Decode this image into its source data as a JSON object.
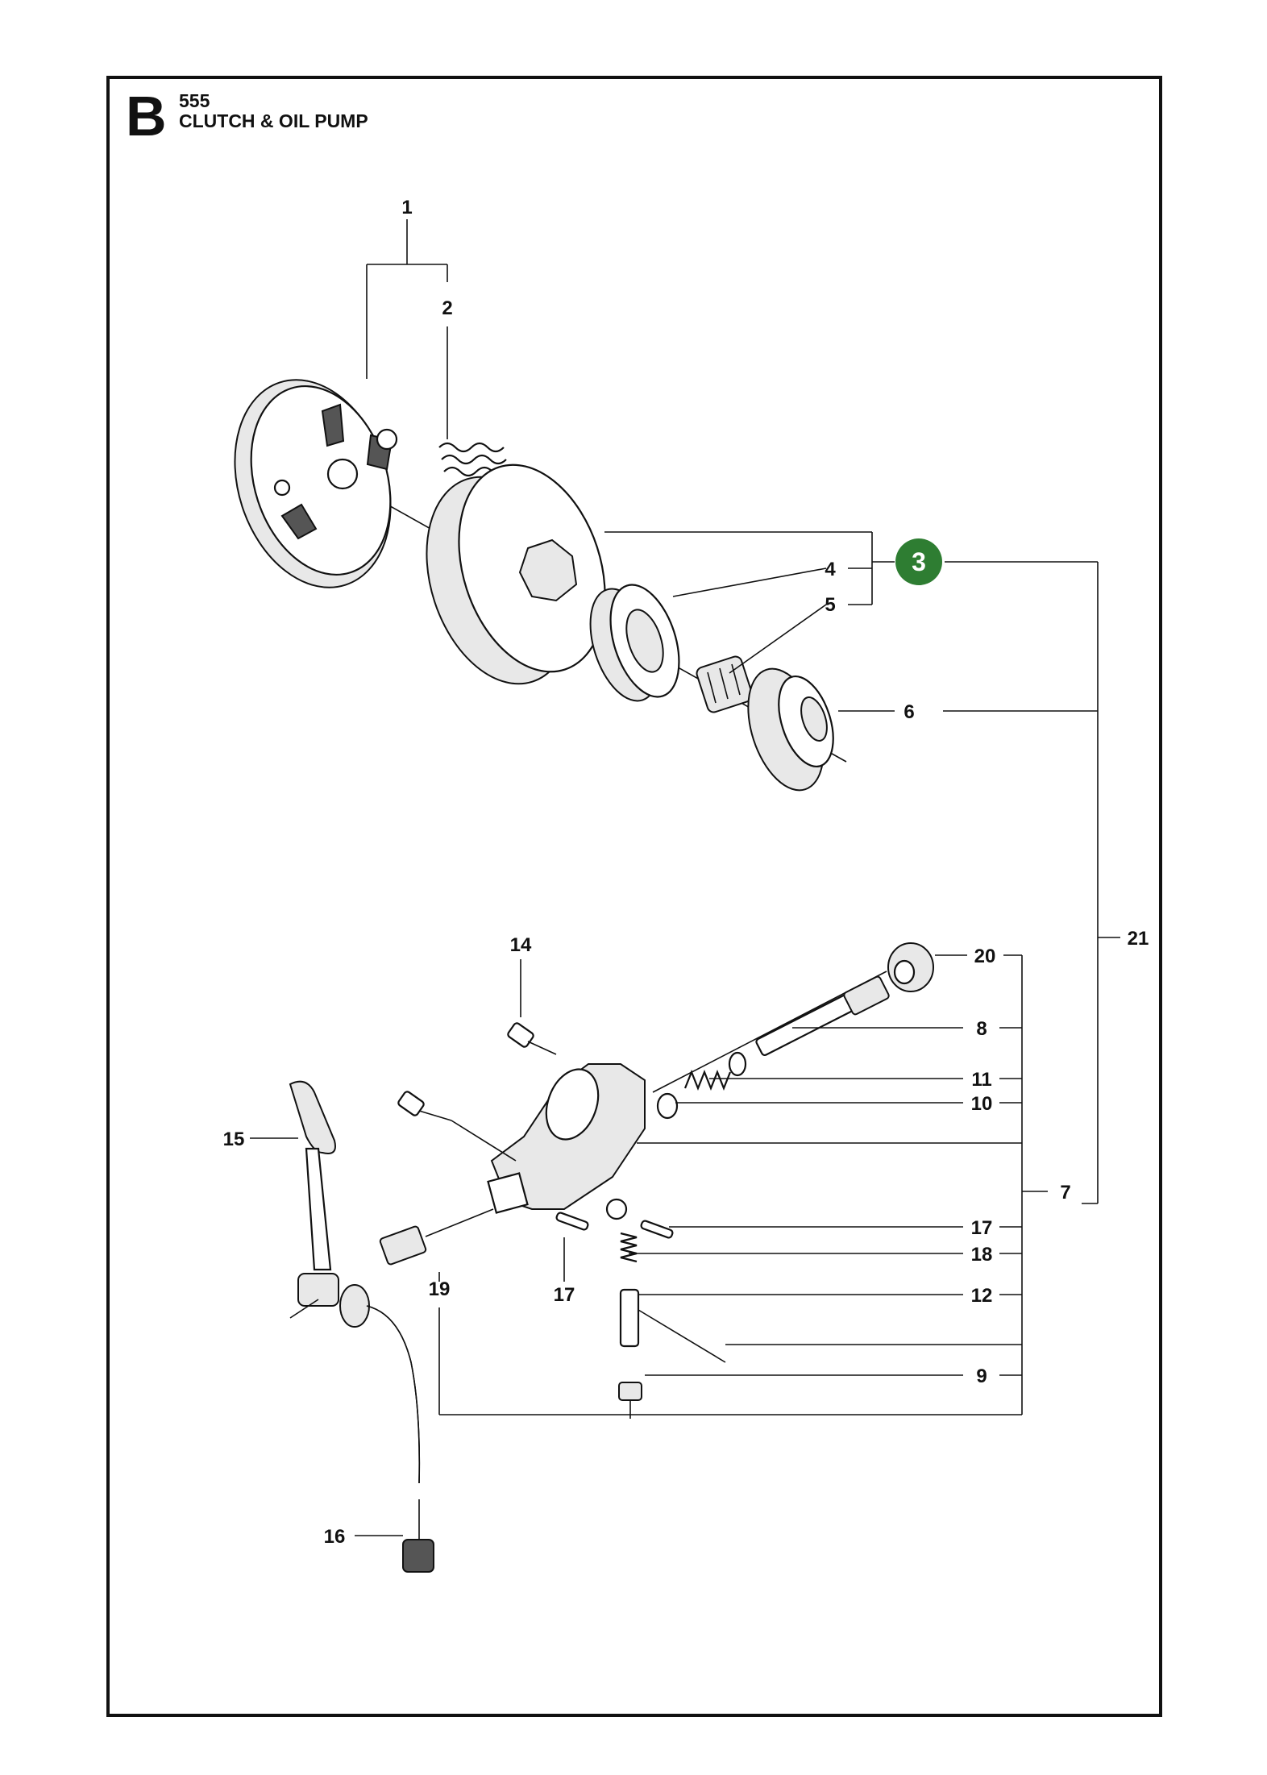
{
  "header": {
    "section_letter": "B",
    "model": "555",
    "title": "CLUTCH & OIL PUMP"
  },
  "highlight": {
    "number": "3",
    "color": "#2e7d32"
  },
  "labels": {
    "n1": "1",
    "n2": "2",
    "n4": "4",
    "n5": "5",
    "n6": "6",
    "n21": "21",
    "n14": "14",
    "n20": "20",
    "n8": "8",
    "n11": "11",
    "n10": "10",
    "n15": "15",
    "n7": "7",
    "n17a": "17",
    "n18": "18",
    "n19": "19",
    "n17b": "17",
    "n12": "12",
    "n9": "9",
    "n16": "16"
  }
}
